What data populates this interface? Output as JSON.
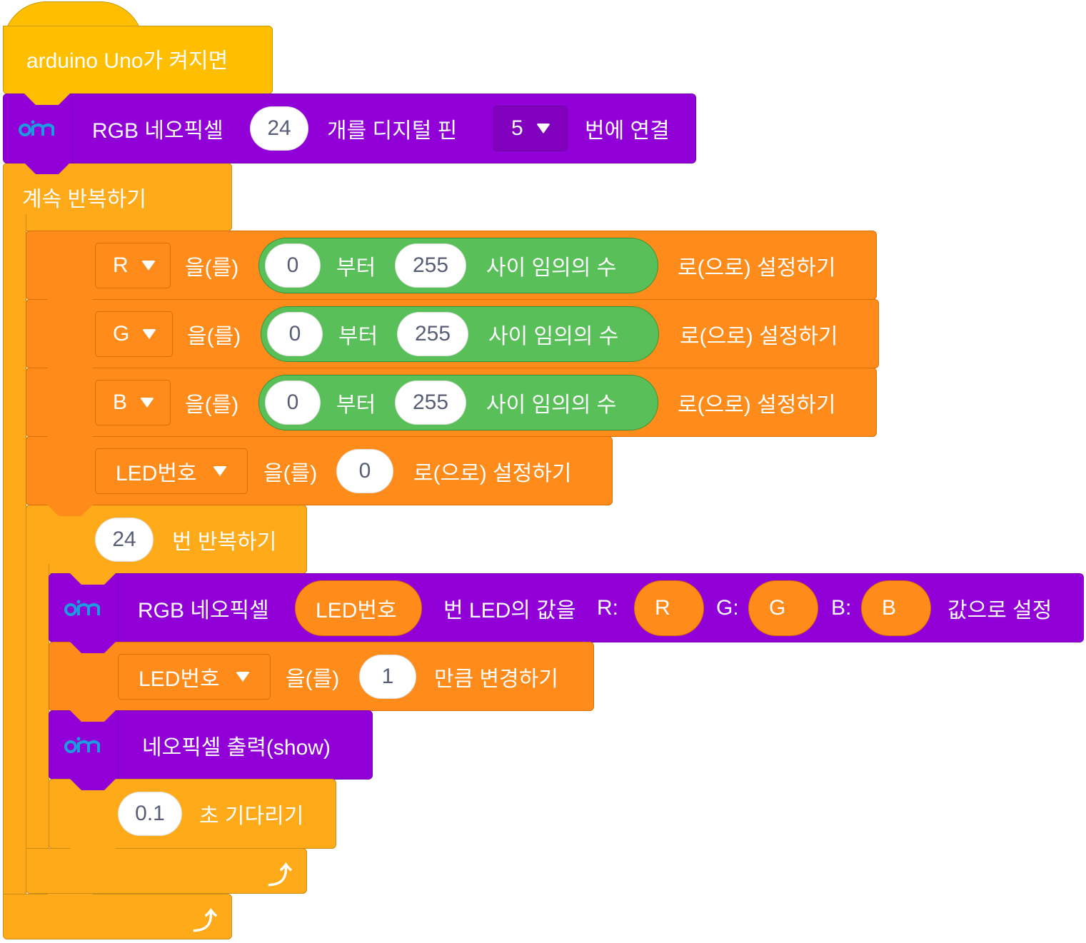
{
  "hat": {
    "label": "arduino Uno가 켜지면"
  },
  "neopixel_init": {
    "icon": "dm-logo-icon",
    "label1": "RGB 네오픽셀",
    "count": "24",
    "label2": "개를 디지털 핀",
    "pin": "5",
    "label3": "번에 연결"
  },
  "forever": {
    "label": "계속 반복하기"
  },
  "set_vars": [
    {
      "var": "R",
      "label1": "을(를)",
      "from": "0",
      "from_label": "부터",
      "to": "255",
      "random_label": "사이 임의의 수",
      "label2": "로(으로) 설정하기"
    },
    {
      "var": "G",
      "label1": "을(를)",
      "from": "0",
      "from_label": "부터",
      "to": "255",
      "random_label": "사이 임의의 수",
      "label2": "로(으로) 설정하기"
    },
    {
      "var": "B",
      "label1": "을(를)",
      "from": "0",
      "from_label": "부터",
      "to": "255",
      "random_label": "사이 임의의 수",
      "label2": "로(으로) 설정하기"
    }
  ],
  "set_led": {
    "var": "LED번호",
    "label1": "을(를)",
    "value": "0",
    "label2": "로(으로) 설정하기"
  },
  "repeat": {
    "count": "24",
    "label": "번 반복하기"
  },
  "neopixel_set": {
    "label1": "RGB 네오픽셀",
    "led": "LED번호",
    "label2": "번 LED의 값을",
    "r_label": "R:",
    "r": "R",
    "g_label": "G:",
    "g": "G",
    "b_label": "B:",
    "b": "B",
    "label3": "값으로 설정"
  },
  "change_led": {
    "var": "LED번호",
    "label1": "을(를)",
    "value": "1",
    "label2": "만큼 변경하기"
  },
  "show": {
    "label": "네오픽셀 출력(show)"
  },
  "wait": {
    "value": "0.1",
    "label": "초 기다리기"
  },
  "colors": {
    "hat": "#FFBF00",
    "extension": "#9200D8",
    "control": "#FFAB19",
    "variables": "#FF8C1A",
    "operators": "#59C059"
  }
}
